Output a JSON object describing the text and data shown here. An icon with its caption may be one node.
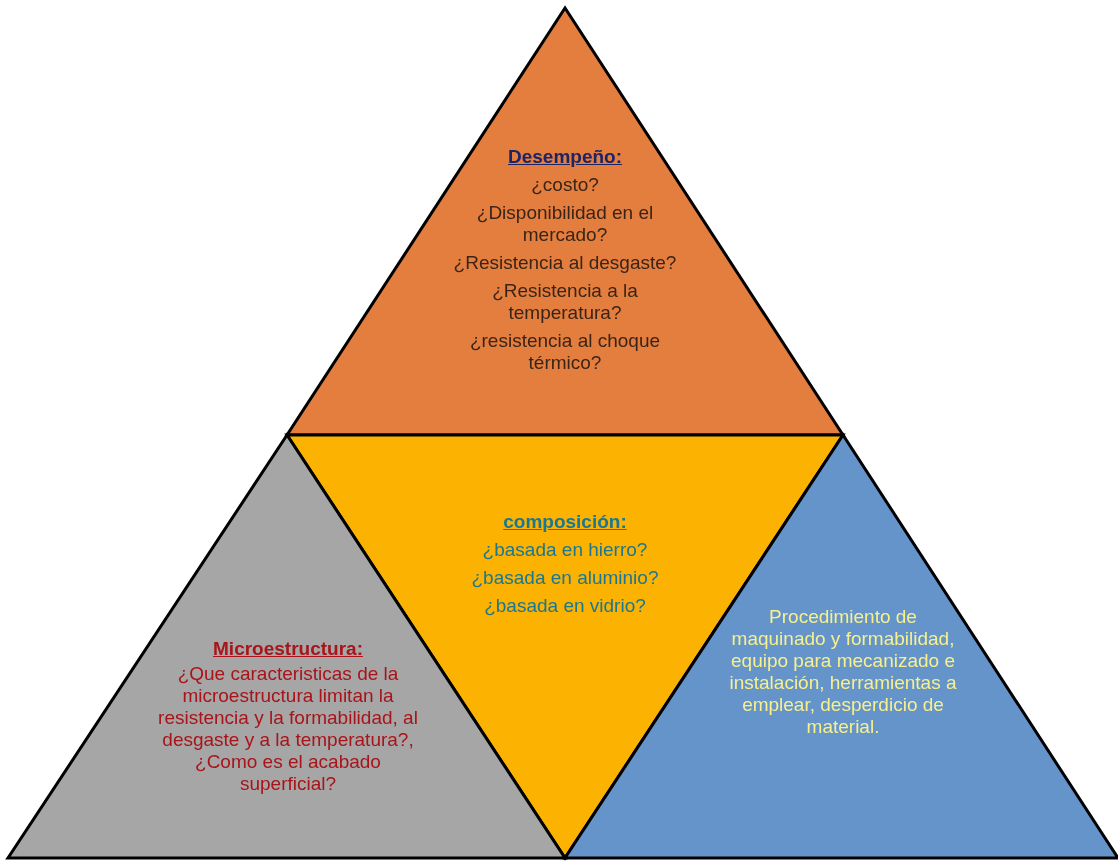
{
  "diagram": {
    "nodes": [
      {
        "text": [
          "Desempeño:",
          "¿costo?",
          "¿Disponibilidad en el mercado?",
          "¿Resistencia al desgaste?",
          "¿Resistencia a la temperatura?",
          "¿resistencia al choque térmico?"
        ]
      },
      {
        "text": [
          "composición:",
          "¿basada en hierro?",
          "¿basada en aluminio?",
          "¿basada en vidrio?"
        ]
      },
      {
        "text": [
          "Microestructura:",
          "¿Que caracteristicas de la microestructura limitan la resistencia y la formabilidad, al desgaste y a la temperatura?, ¿Como es el acabado superficial?"
        ]
      },
      {
        "text": [
          "Procedimiento de maquinado y formabilidad, equipo para mecanizado e instalación, herramientas a emplear, desperdicio de material."
        ]
      }
    ]
  }
}
